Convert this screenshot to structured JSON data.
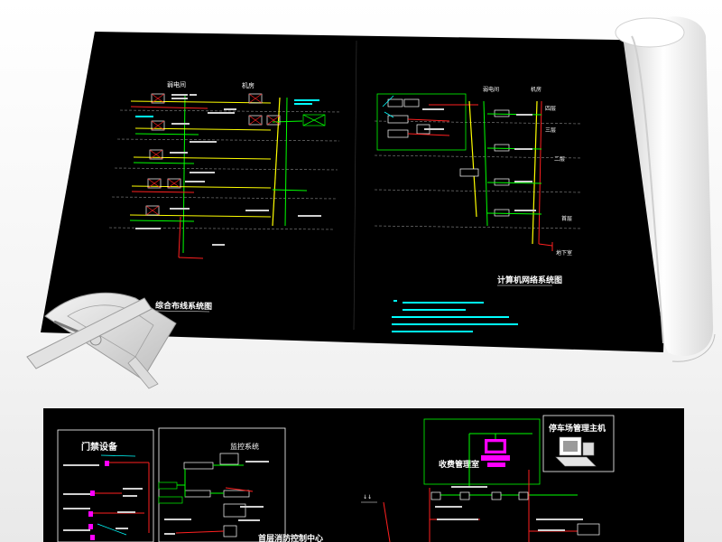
{
  "sheet_top": {
    "left_diagram": {
      "title": "综合布线系统图",
      "header_left": "弱电间",
      "header_right": "机房"
    },
    "right_diagram": {
      "title": "计算机网络系统图",
      "header_left": "弱电间",
      "header_right": "机房",
      "floor_labels": [
        "四层",
        "三层",
        "二层",
        "首层",
        "地下室"
      ]
    }
  },
  "sheet_bottom": {
    "left_panel": {
      "box_title": "门禁设备",
      "monitor_title": "监控系统",
      "center_title": "首层消防控制中心"
    },
    "right_panel": {
      "main_host_title": "停车场管理主机",
      "toll_room_title": "收费管理室"
    }
  },
  "colors": {
    "cad_background": "#000000",
    "wire_green": "#00ff00",
    "wire_yellow": "#ffff00",
    "wire_red": "#ff2020",
    "wire_cyan": "#00ffff",
    "wire_magenta": "#ff00ff",
    "text_white": "#ffffff"
  }
}
